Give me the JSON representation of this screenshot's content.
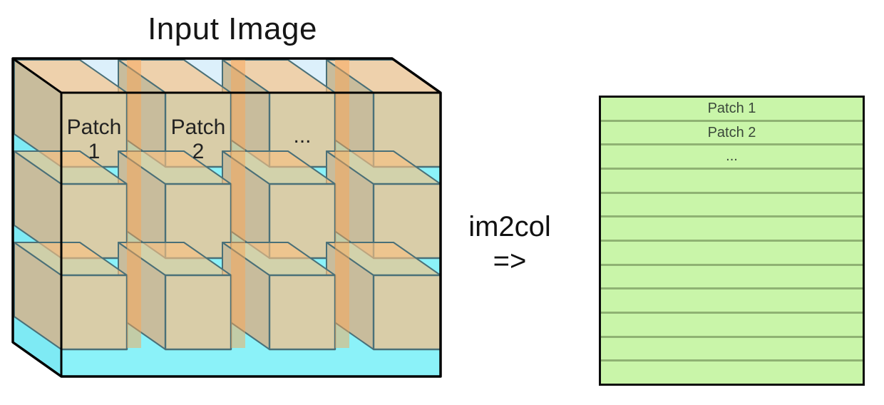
{
  "title": "Input Image",
  "operation": {
    "name": "im2col",
    "arrow": "=>"
  },
  "input_diagram": {
    "grid": {
      "rows": 3,
      "cols": 4
    },
    "patch_front_labels": [
      [
        "Patch",
        "1"
      ],
      [
        "Patch",
        "2"
      ],
      [
        "..."
      ],
      []
    ],
    "colors": {
      "slab_front": "#8bf2f9",
      "slab_top": "#dcf0fb",
      "slab_left": "#7eeaf4",
      "slab_outline": "#000000",
      "cube_front": "#d9cda8",
      "cube_left": "#c8bc9c",
      "cube_top": "rgba(247,193,130,0.66)",
      "overlap_band": "rgba(250,166,86,0.5)",
      "cube_stroke": "#4a7078",
      "label_color": "#222222"
    }
  },
  "output_matrix": {
    "row_labels": [
      "Patch 1",
      "Patch 2",
      "...",
      "",
      "",
      "",
      "",
      "",
      "",
      "",
      "",
      ""
    ],
    "colors": {
      "fill": "#c9f5a9",
      "divider": "#8fb273",
      "border": "#0b0b0b",
      "text": "#3a483a"
    }
  }
}
